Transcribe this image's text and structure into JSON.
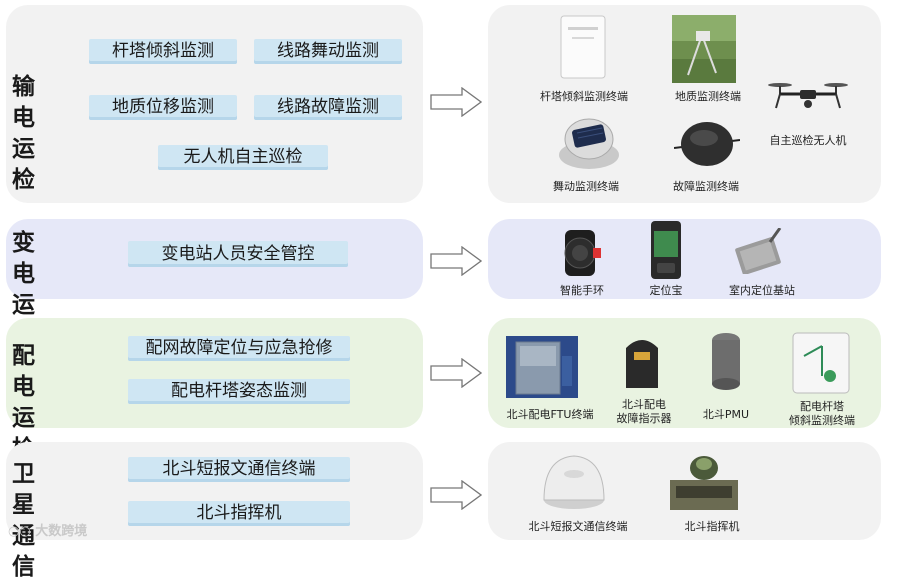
{
  "rows": [
    {
      "title_line1": "输 电",
      "title_line2": "运 检",
      "chips": [
        "杆塔倾斜监测",
        "线路舞动监测",
        "地质位移监测",
        "线路故障监测",
        "无人机自主巡检"
      ],
      "devices": [
        "杆塔倾斜监测终端",
        "地质监测终端",
        "自主巡检无人机",
        "舞动监测终端",
        "故障监测终端"
      ]
    },
    {
      "title_line1": "变 电",
      "title_line2": "运 检",
      "chips": [
        "变电站人员安全管控"
      ],
      "devices": [
        "智能手环",
        "定位宝",
        "室内定位基站"
      ]
    },
    {
      "title_line1": "配 电",
      "title_line2": "运 检",
      "chips": [
        "配网故障定位与应急抢修",
        "配电杆塔姿态监测"
      ],
      "devices": [
        "北斗配电FTU终端",
        "北斗配电",
        "故障指示器",
        "北斗PMU",
        "配电杆塔",
        "倾斜监测终端"
      ]
    },
    {
      "title_line1": "卫 星",
      "title_line2": "通 信",
      "chips": [
        "北斗短报文通信终端",
        "北斗指挥机"
      ],
      "devices": [
        "北斗短报文通信终端",
        "北斗指挥机"
      ]
    }
  ],
  "watermark": "大数跨境",
  "colors": {
    "row1_bg": "#f2f2f2",
    "row2_bg": "#e6e8f8",
    "row3_bg": "#e9f3e1",
    "row4_bg": "#f2f2f2",
    "chip_bg": "#cfe6f3"
  }
}
